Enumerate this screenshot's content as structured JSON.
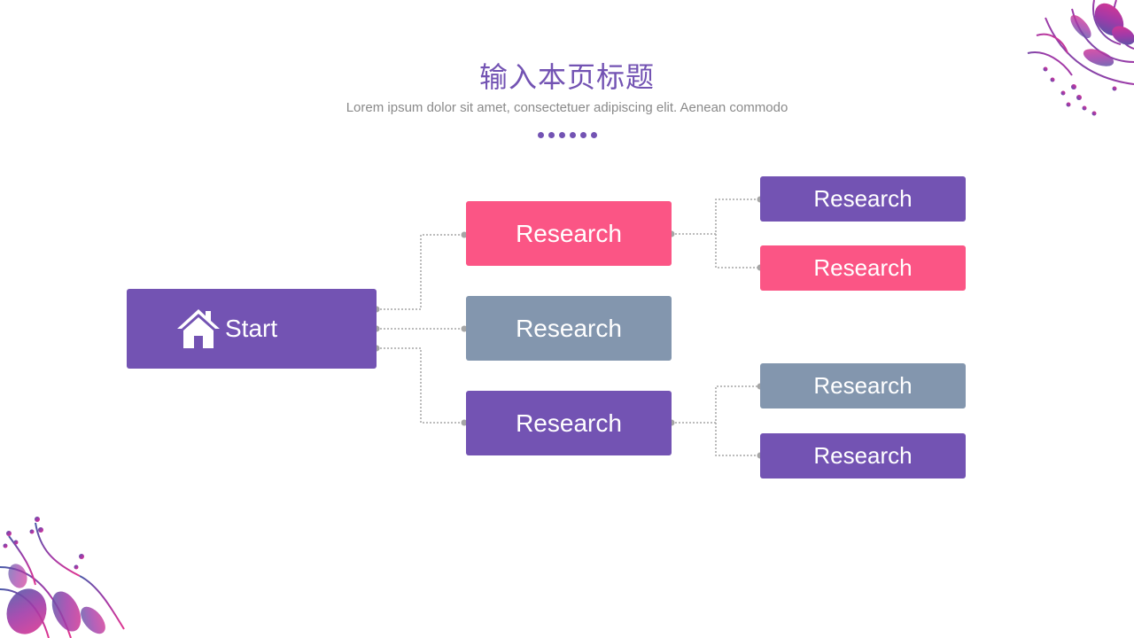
{
  "header": {
    "title": "输入本页标题",
    "subtitle": "Lorem ipsum dolor sit amet, consectetuer adipiscing elit. Aenean commodo"
  },
  "colors": {
    "purple": "#7353b3",
    "pink": "#fb5585",
    "grey": "#8396ae",
    "connector": "#a6a6a6"
  },
  "diagram": {
    "start": {
      "label": "Start",
      "icon": "home-icon"
    },
    "level1": [
      {
        "label": "Research",
        "color": "pink"
      },
      {
        "label": "Research",
        "color": "grey"
      },
      {
        "label": "Research",
        "color": "purple"
      }
    ],
    "level2": [
      {
        "label": "Research",
        "color": "purple"
      },
      {
        "label": "Research",
        "color": "pink"
      },
      {
        "label": "Research",
        "color": "grey"
      },
      {
        "label": "Research",
        "color": "purple"
      }
    ]
  },
  "decorations": [
    "floral-ornament-top-right",
    "floral-ornament-bottom-left"
  ]
}
